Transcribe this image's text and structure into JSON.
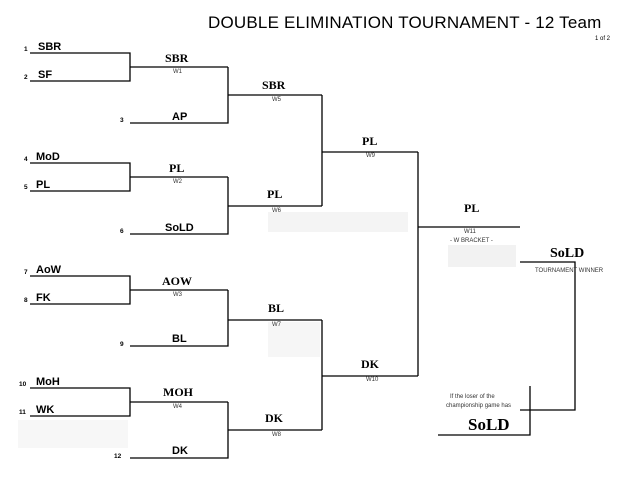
{
  "header": {
    "title": "DOUBLE ELIMINATION TOURNAMENT - 12 Team",
    "page": "1 of 2"
  },
  "seeds": [
    {
      "num": "1",
      "team": "SBR"
    },
    {
      "num": "2",
      "team": "SF"
    },
    {
      "num": "3",
      "team": "AP"
    },
    {
      "num": "4",
      "team": "MoD"
    },
    {
      "num": "5",
      "team": "PL"
    },
    {
      "num": "6",
      "team": "SoLD"
    },
    {
      "num": "7",
      "team": "AoW"
    },
    {
      "num": "8",
      "team": "FK"
    },
    {
      "num": "9",
      "team": "BL"
    },
    {
      "num": "10",
      "team": "MoH"
    },
    {
      "num": "11",
      "team": "WK"
    },
    {
      "num": "12",
      "team": "DK"
    }
  ],
  "winners": [
    {
      "team": "SBR"
    },
    {
      "team": "PL"
    },
    {
      "team": "AOW"
    },
    {
      "team": "MOH"
    },
    {
      "team": "SBR"
    },
    {
      "team": "PL"
    },
    {
      "team": "BL"
    },
    {
      "team": "DK"
    },
    {
      "team": "PL"
    },
    {
      "team": "DK"
    },
    {
      "team": "PL"
    },
    {
      "team": "SoLD"
    }
  ],
  "codes": [
    "W1",
    "W2",
    "W3",
    "W4",
    "W5",
    "W6",
    "W7",
    "W8",
    "W9",
    "W10",
    "W11"
  ],
  "notes": {
    "w_bracket": "- W BRACKET -",
    "tournament_winner": "TOURNAMENT WINNER",
    "champ_line1": "If the loser of the",
    "champ_line2": "championship game has",
    "champ_winner": "SoLD"
  }
}
